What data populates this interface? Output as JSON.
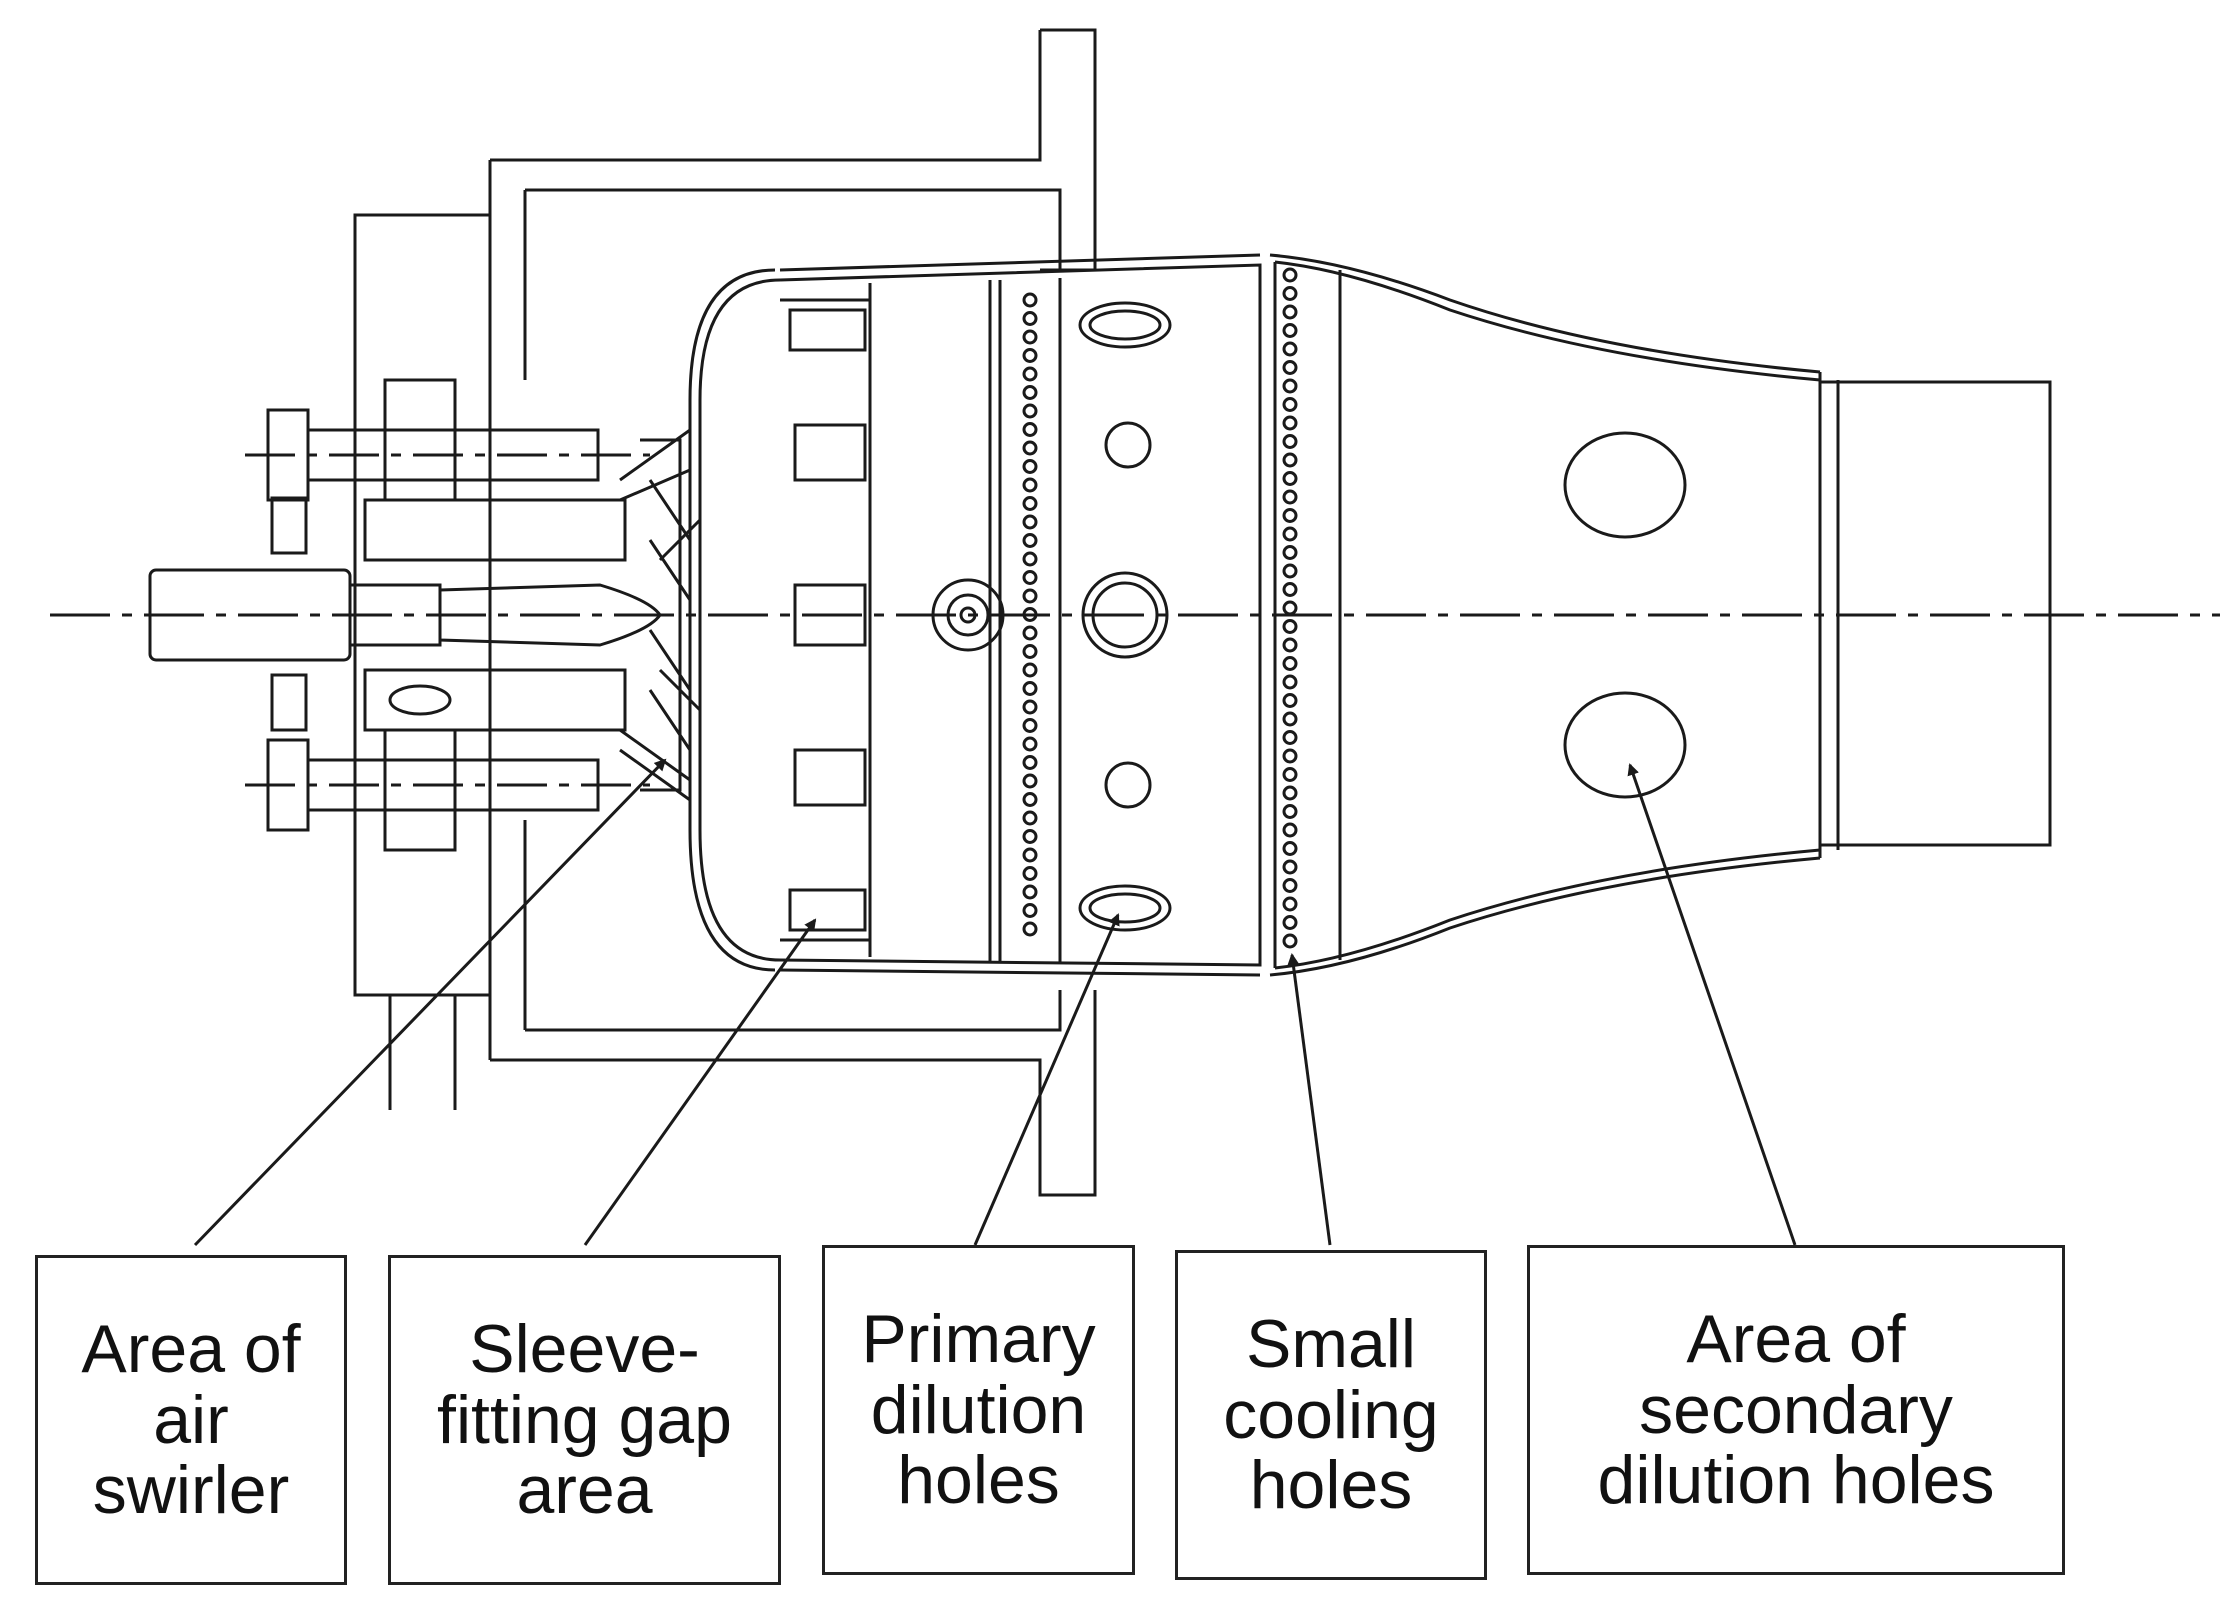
{
  "labels": {
    "air_swirler": [
      "Area of",
      "air",
      "swirler"
    ],
    "sleeve_gap": [
      "Sleeve-",
      "fitting gap",
      "area"
    ],
    "primary_dilution": [
      "Primary",
      "dilution",
      "holes"
    ],
    "small_cooling": [
      "Small",
      "cooling",
      "holes"
    ],
    "secondary_dilution": [
      "Area of",
      "secondary",
      "dilution holes"
    ]
  },
  "colors": {
    "line": "#1a1a1a",
    "background": "#ffffff"
  }
}
